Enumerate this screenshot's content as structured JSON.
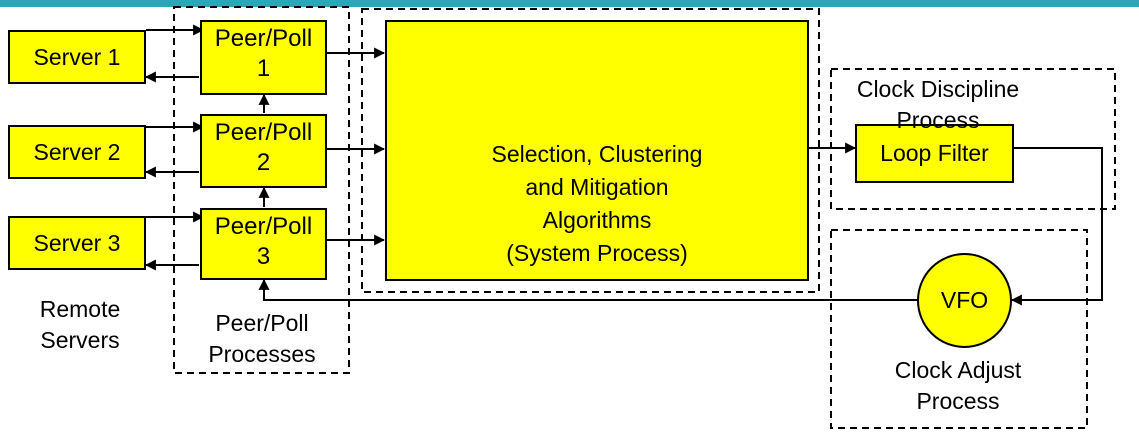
{
  "servers": [
    {
      "label": "Server 1"
    },
    {
      "label": "Server 2"
    },
    {
      "label": "Server 3"
    }
  ],
  "peers": [
    {
      "label": "Peer/Poll",
      "num": "1"
    },
    {
      "label": "Peer/Poll",
      "num": "2"
    },
    {
      "label": "Peer/Poll",
      "num": "3"
    }
  ],
  "system": {
    "lines": [
      "Selection, Clustering",
      "and Mitigation",
      "Algorithms",
      "(System Process)"
    ]
  },
  "loop_filter": "Loop Filter",
  "vfo": "VFO",
  "labels": {
    "remote_servers": [
      "Remote",
      "Servers"
    ],
    "peer_poll_processes": [
      "Peer/Poll",
      "Processes"
    ],
    "clock_discipline": [
      "Clock Discipline",
      "Process"
    ],
    "clock_adjust": [
      "Clock Adjust",
      "Process"
    ]
  },
  "colors": {
    "box_fill": "#ffff00",
    "stroke": "#000000",
    "accent_bar": "#2aa7b9"
  }
}
